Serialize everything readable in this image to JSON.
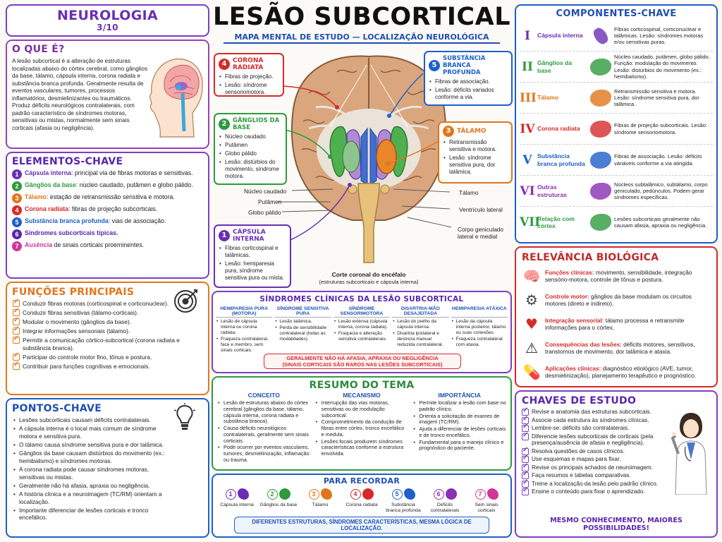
{
  "header": {
    "title": "LESÃO SUBCORTICAL",
    "subtitle": "MAPA MENTAL DE ESTUDO — LOCALIZAÇÃO NEUROLÓGICA",
    "topic": "NEUROLOGIA",
    "count": "3/10"
  },
  "oque": {
    "title": "O QUE É?",
    "text": "A lesão subcortical é a alteração de estruturas localizadas abaixo do córtex cerebral, como gânglios da base, tálamo, cápsula interna, corona radiata e substância branca profunda. Geralmente resulta de eventos vasculares, tumores, processos inflamatórios, desmielinizantes ou traumáticos. Produz déficits neurológicos contralaterais, com padrão característico de síndromes motoras, sensitivas ou mistas, normalmente sem sinais corticais (afasia ou negligência)."
  },
  "elementos": {
    "title": "ELEMENTOS-CHAVE",
    "items": [
      {
        "n": "1",
        "term": "Cápsula interna",
        "desc": ": principal via de fibras motoras e sensitivas.",
        "color": "#6a2fb3"
      },
      {
        "n": "2",
        "term": "Gânglios da base",
        "desc": ": núcleo caudado, putâmen e globo pálido.",
        "color": "#2e9a3e"
      },
      {
        "n": "3",
        "term": "Tálamo",
        "desc": ": estação de retransmissão sensitiva e motora.",
        "color": "#e0761c"
      },
      {
        "n": "4",
        "term": "Corona radiata",
        "desc": ": fibras de projeção subcorticais.",
        "color": "#d62a2a"
      },
      {
        "n": "5",
        "term": "Substância branca profunda",
        "desc": ": vias de associação.",
        "color": "#1f5fc9"
      },
      {
        "n": "6",
        "term": "Síndromes subcorticais típicas.",
        "desc": "",
        "color": "#5a24b0"
      },
      {
        "n": "7",
        "term": "Ausência",
        "desc": " de sinais corticais proeminentes.",
        "color": "#d1359a"
      }
    ]
  },
  "funcoes": {
    "title": "FUNÇÕES PRINCIPAIS",
    "items": [
      "Conduzir fibras motoras (corticospinal e corticonuclear).",
      "Conduzir fibras sensitivas (tálamo-corticais).",
      "Modular o movimento (gânglios da base).",
      "Integrar informações sensoriais (tálamo).",
      "Permitir a comunicação córtico-subcortical (corona radiata e substância branca).",
      "Participar do controle motor fino, tônus e postura.",
      "Contribuir para funções cognitivas e emocionais."
    ]
  },
  "pontos": {
    "title": "PONTOS-CHAVE",
    "items": [
      "Lesões subcorticais causam déficits contralaterais.",
      "A cápsula interna é o local mais comum de síndrome motora e sensitiva pura.",
      "O tálamo causa síndrome sensitiva pura e dor talâmica.",
      "Gânglios da base causam distúrbios do movimento (ex.: hemibalismo) e síndromes motoras.",
      "A corona radiata pode causar síndromes motoras, sensitivas ou mistas.",
      "Geralmente não há afasia, apraxia ou negligência.",
      "A história clínica e a neuroimagem (TC/RM) orientam a localização.",
      "Importante diferenciar de lesões corticais e tronco encefálico."
    ]
  },
  "brain": {
    "c4": {
      "n": "4",
      "title": "CORONA RADIATA",
      "items": [
        "Fibras de projeção.",
        "Lesão: síndrome sensoriomotora."
      ]
    },
    "c5": {
      "n": "5",
      "title": "SUBSTÂNCIA BRANCA PROFUNDA",
      "items": [
        "Fibras de associação.",
        "Lesão: déficits variados conforme a via."
      ]
    },
    "c2": {
      "n": "2",
      "title": "GÂNGLIOS DA BASE",
      "items": [
        "Núcleo caudado",
        "Putâmen",
        "Globo pálido",
        "Lesão: distúrbios do movimento, síndrome motora."
      ]
    },
    "c3": {
      "n": "3",
      "title": "TÁLAMO",
      "items": [
        "Retransmissão sensitiva e motora.",
        "Lesão: síndrome sensitiva pura, dor talâmica."
      ]
    },
    "c1": {
      "n": "1",
      "title": "CÁPSULA INTERNA",
      "items": [
        "Fibras corticospinal e talâmicas.",
        "Lesão: hemiparesia pura, síndrome sensitiva pura ou mista."
      ]
    },
    "labels": {
      "caudado": "Núcleo caudado",
      "putamen": "Putâmen",
      "palido": "Globo pálido",
      "talamo": "Tálamo",
      "ventriculo": "Ventrículo lateral",
      "geniculado": "Corpo geniculado lateral e medial"
    },
    "caption": "Corte coronal do encéfalo",
    "caption2": "(estruturas subcorticais e cápsula interna)"
  },
  "sindromes": {
    "title": "SÍNDROMES CLÍNICAS DA LESÃO SUBCORTICAL",
    "cols": [
      {
        "h": "HEMIPARESIA PURA (MOTORA)",
        "items": [
          "Lesão de cápsula interna ou corona radiata.",
          "Fraqueza contralateral, face e membro, sem sinais corticais."
        ]
      },
      {
        "h": "SÍNDROME SENSITIVA PURA",
        "items": [
          "Lesão talâmica.",
          "Perda de sensibilidade contralateral (todas as modalidades)."
        ]
      },
      {
        "h": "SÍNDROME SENSORIMOTORA",
        "items": [
          "Lesão extensa (cápsula interna, corona radiata).",
          "Fraqueza e alteração sensitiva contralaterais."
        ]
      },
      {
        "h": "DISARTRIA-MÃO DESAJEITADA",
        "items": [
          "Lesão do joelho da cápsula interna.",
          "Disartria ipsilateral e destreza manual reduzida contralateral."
        ]
      },
      {
        "h": "HEMIPARESIA ATÁXICA",
        "items": [
          "Lesão da cápsula interna posterior, tálamo ou suas conexões.",
          "Fraqueza contralateral com ataxia."
        ]
      }
    ],
    "note1": "GERALMENTE NÃO HÁ AFASIA, APRAXIA OU NEGLIGÊNCIA",
    "note2": "(SINAIS CORTICAIS SÃO RAROS NAS LESÕES SUBCORTICAIS)"
  },
  "resumo": {
    "title": "RESUMO DO TEMA",
    "cols": [
      {
        "h": "CONCEITO",
        "items": [
          "Lesão de estruturas abaixo do córtex cerebral (gânglios da base, tálamo, cápsula interna, corona radiata e substância branca).",
          "Causa déficits neurológicos contralaterais, geralmente sem sinais corticais.",
          "Pode ocorrer por eventos vasculares, tumores, desmielinização, inflamação ou trauma."
        ]
      },
      {
        "h": "MECANISMO",
        "items": [
          "Interrupção das vias motoras, sensitivas ou de modulação subcortical.",
          "Comprometimento da condução de fibras entre córtex, tronco encefálico e medula.",
          "Lesões focais produzem síndromes características conforme a estrutura envolvida."
        ]
      },
      {
        "h": "IMPORTÂNCIA",
        "items": [
          "Permite localizar a lesão com base no padrão clínico.",
          "Orienta a solicitação de exames de imagem (TC/RM).",
          "Ajuda a diferenciar de lesões corticais e de tronco encefálico.",
          "Fundamental para o manejo clínico e prognóstico do paciente."
        ]
      }
    ]
  },
  "recordar": {
    "title": "PARA RECORDAR",
    "items": [
      {
        "n": "1",
        "label": "Cápsula interna"
      },
      {
        "n": "2",
        "label": "Gânglios da base"
      },
      {
        "n": "3",
        "label": "Tálamo"
      },
      {
        "n": "4",
        "label": "Corona radiata"
      },
      {
        "n": "5",
        "label": "Substância branca profunda"
      },
      {
        "n": "6",
        "label": "Déficits contralaterais"
      },
      {
        "n": "7",
        "label": "Sem sinais corticais"
      }
    ],
    "footer": "DIFERENTES ESTRUTURAS, SÍNDROMES CARACTERÍSTICAS, MESMA LÓGICA DE LOCALIZAÇÃO."
  },
  "componentes": {
    "title": "COMPONENTES-CHAVE",
    "items": [
      {
        "r": "I",
        "name": "Cápsula interna",
        "desc": "Fibras corticospinal, corticonuclear e talâmicas. Lesão: síndromes motoras e/ou sensitivas puras.",
        "color": "#6a2fb3"
      },
      {
        "r": "II",
        "name": "Gânglios da base",
        "desc": "Núcleo caudado, putâmen, globo pálido. Função: modulação do movimento. Lesão: distúrbios do movimento (ex.: hemibalismo).",
        "color": "#2e9a3e"
      },
      {
        "r": "III",
        "name": "Tálamo",
        "desc": "Retransmissão sensitiva e motora. Lesão: síndrome sensitiva pura, dor talâmica.",
        "color": "#e0761c"
      },
      {
        "r": "IV",
        "name": "Corona radiata",
        "desc": "Fibras de projeção subcorticais. Lesão: síndrome sensoriomotora.",
        "color": "#d62a2a"
      },
      {
        "r": "V",
        "name": "Substância branca profunda",
        "desc": "Fibras de associação. Lesão: déficits variáveis conforme a via atingida.",
        "color": "#1f5fc9"
      },
      {
        "r": "VI",
        "name": "Outras estruturas",
        "desc": "Núcleos subtalâmico, subtálamo, corpo geniculado, pedúnculos. Podem gerar síndromes específicas.",
        "color": "#8a2fb3"
      },
      {
        "r": "VII",
        "name": "Relação com córtex",
        "desc": "Lesões subcorticais geralmente não causam afasia, apraxia ou negligência.",
        "color": "#2e9a3e"
      }
    ]
  },
  "relevancia": {
    "title": "RELEVÂNCIA BIOLÓGICA",
    "items": [
      {
        "term": "Funções clínicas:",
        "desc": " movimento, sensibilidade, integração sensório-motora, controle de tônus e postura.",
        "icon": "brain-icon"
      },
      {
        "term": "Controle motor:",
        "desc": " gânglios da base modulam os circuitos motores (direto e indireto).",
        "icon": "gear-icon"
      },
      {
        "term": "Integração sensorial:",
        "desc": " tálamo processa e retransmite informações para o córtex.",
        "icon": "heart-icon"
      },
      {
        "term": "Consequências das lesões:",
        "desc": " déficits motores, sensitivos, transtornos de movimento, dor talâmica e ataxia.",
        "icon": "warning-icon"
      },
      {
        "term": "Aplicações clínicas:",
        "desc": " diagnóstico etiológico (AVE, tumor, desmielinização), planejamento terapêutico e prognóstico.",
        "icon": "pill-icon"
      }
    ]
  },
  "chaves": {
    "title": "CHAVES DE ESTUDO",
    "items": [
      "Revise a anatomia das estruturas subcorticais.",
      "Associe cada estrutura às síndromes clínicas.",
      "Lembre-se: déficits são contralaterais.",
      "Diferencie lesões subcorticais de corticais (pela presença/ausência de afasia e negligência).",
      "Resolva questões de casos clínicos.",
      "Use esquemas e mapas para fixar.",
      "Revise os principais achados de neuroimagem.",
      "Faça resumos e tabelas comparativas.",
      "Treine a localização da lesão pelo padrão clínico.",
      "Ensine o conteúdo para fixar o aprendizado."
    ],
    "footer": "MESMO CONHECIMENTO, MAIORES POSSIBILIDADES!"
  }
}
